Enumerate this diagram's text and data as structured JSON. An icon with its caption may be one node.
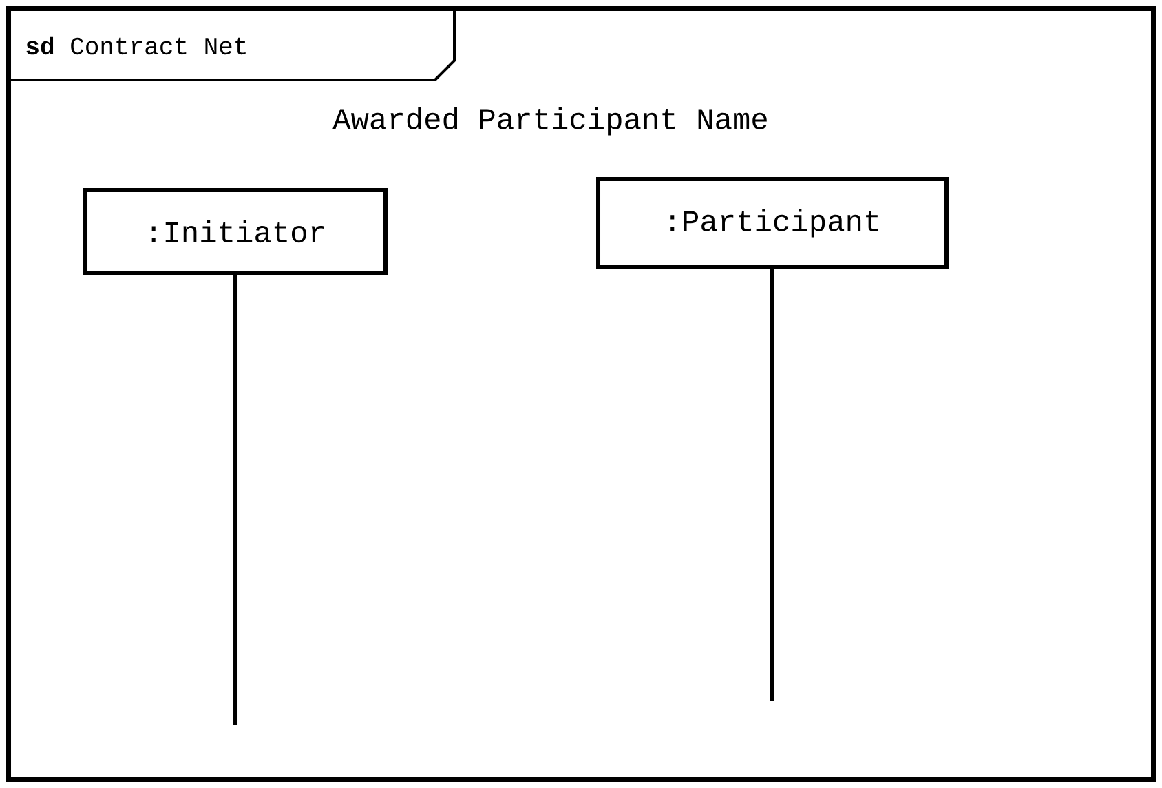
{
  "diagram": {
    "nodes": [
      {
        "text": [
          "**sd** Contract Net"
        ]
      },
      {
        "text": [
          ":Initiator"
        ],
        "in": 0
      },
      {
        "text": [
          ":Participant"
        ],
        "in": 0
      }
    ],
    "edges": [
      {
        "from": 1,
        "to": null,
        "arrow": "none"
      },
      {
        "from": 2,
        "to": null,
        "arrow": "none"
      }
    ],
    "labels": [
      "Awarded Participant Name"
    ]
  }
}
